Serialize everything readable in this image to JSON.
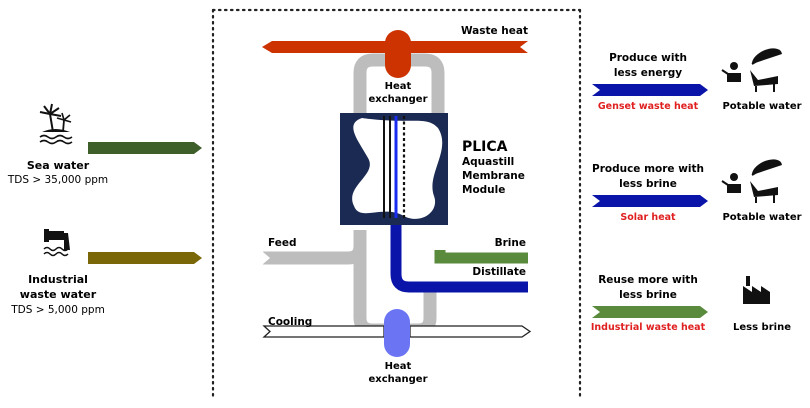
{
  "colors": {
    "waste_heat": "#cc3300",
    "sea_water": "#3e5e2a",
    "industrial_water": "#7a6708",
    "feed_gray": "#bdbdbd",
    "brine": "#5a8a3c",
    "distillate": "#0a14a8",
    "cooling_exchanger": "#6b74f2",
    "module_navy": "#1b2a52",
    "energy_red": "#e02020"
  },
  "sources": {
    "sea": {
      "label": "Sea water",
      "spec": "TDS > 35,000 ppm",
      "icon": "palm-island-icon"
    },
    "industrial": {
      "label1": "Industrial",
      "label2": "waste water",
      "spec": "TDS > 5,000 ppm",
      "icon": "pipe-outflow-icon"
    }
  },
  "center": {
    "waste_heat": "Waste heat",
    "top_exchanger": [
      "Heat",
      "exchanger"
    ],
    "bottom_exchanger": [
      "Heat",
      "exchanger"
    ],
    "module": {
      "title": "PLICA",
      "lines": [
        "Aquastill",
        "Membrane",
        "Module"
      ]
    },
    "feed": "Feed",
    "brine": "Brine",
    "distillate": "Distillate",
    "cooling": "Cooling"
  },
  "outcomes": [
    {
      "lines": [
        "Produce with",
        "less energy"
      ],
      "energy": "Genset waste heat",
      "result": "Potable water",
      "arrow": "blue",
      "icon": "beach-lounger-icon"
    },
    {
      "lines": [
        "Produce more with",
        "less brine"
      ],
      "energy": "Solar heat",
      "result": "Potable water",
      "arrow": "blue",
      "icon": "beach-lounger-icon"
    },
    {
      "lines": [
        "Reuse more with",
        "less brine"
      ],
      "energy": "Industrial waste heat",
      "result": "Less brine",
      "arrow": "green",
      "icon": "factory-icon"
    }
  ]
}
